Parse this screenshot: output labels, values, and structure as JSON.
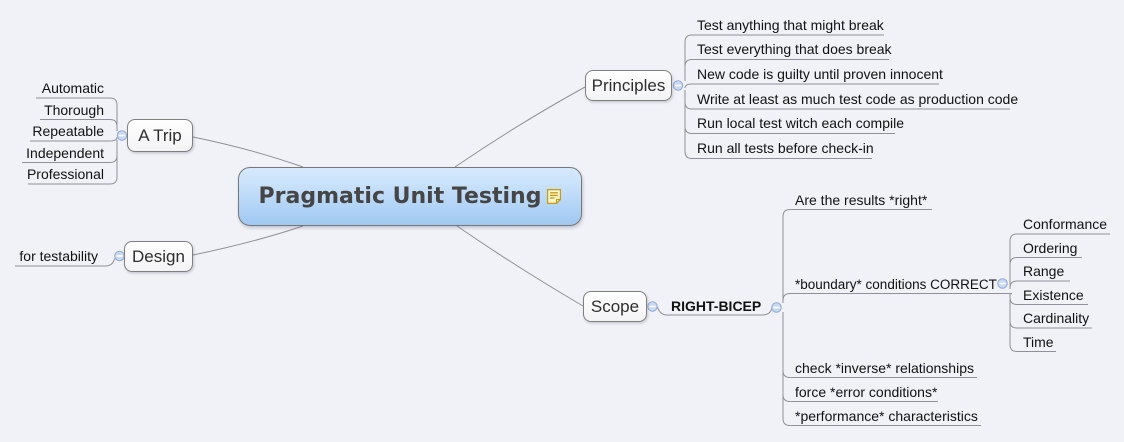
{
  "center": {
    "title": "Pragmatic Unit Testing"
  },
  "branches": {
    "a_trip": {
      "label": "A Trip",
      "children": [
        "Automatic",
        "Thorough",
        "Repeatable",
        "Independent",
        "Professional"
      ]
    },
    "design": {
      "label": "Design",
      "children": [
        "for testability"
      ]
    },
    "principles": {
      "label": "Principles",
      "children": [
        "Test anything that might break",
        "Test everything that does break",
        "New code is guilty until proven innocent",
        "Write at least as much test code as production code",
        "Run local test witch each compile",
        "Run all tests before check-in"
      ]
    },
    "scope": {
      "label": "Scope",
      "sub": {
        "label": "RIGHT-BICEP",
        "children": [
          "Are the results *right*",
          {
            "label": "*boundary* conditions CORRECT",
            "children": [
              "Conformance",
              "Ordering",
              "Range",
              "Existence",
              "Cardinality",
              "Time"
            ]
          },
          "check *inverse* relationships",
          "force *error conditions*",
          "*performance* characteristics"
        ]
      }
    }
  },
  "colors": {
    "background": "#f1f2f7",
    "line": "#8f909a",
    "center_gradient_top": "#d6e9fc",
    "center_gradient_bottom": "#a0c8f2",
    "collapse_fill": "#c8d9f2",
    "collapse_border": "#93aad2",
    "note_icon_border": "#c49a1a",
    "note_icon_fill": "#fdf5c6"
  }
}
